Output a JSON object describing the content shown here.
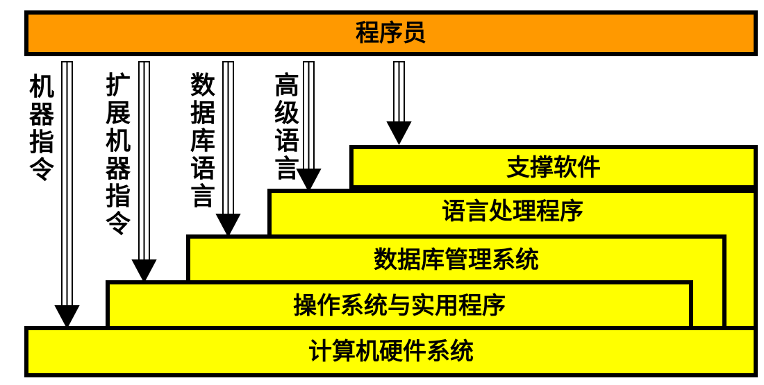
{
  "programmer": "程序员",
  "layers": [
    "计算机硬件系统",
    "操作系统与实用程序",
    "数据库管理系统",
    "语言处理程序",
    "支撑软件"
  ],
  "interfaces": [
    "机器指令",
    "扩展机器指令",
    "数据库语言",
    "高级语言"
  ],
  "colors": {
    "programmer_fill": "#ff9900",
    "layer_fill": "#ffff00",
    "border": "#000000"
  }
}
